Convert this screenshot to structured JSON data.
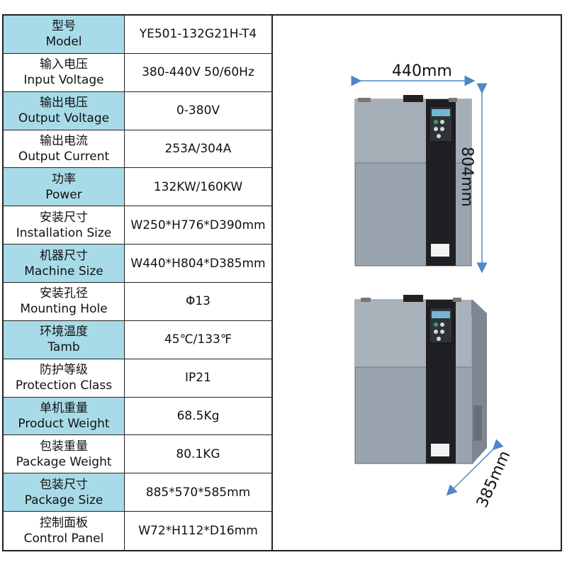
{
  "specs": [
    {
      "zh": "型号",
      "en": "Model",
      "value": "YE501-132G21H-T4"
    },
    {
      "zh": "输入电压",
      "en": "Input Voltage",
      "value": "380-440V 50/60Hz"
    },
    {
      "zh": "输出电压",
      "en": "Output Voltage",
      "value": "0-380V"
    },
    {
      "zh": "输出电流",
      "en": "Output Current",
      "value": "253A/304A"
    },
    {
      "zh": "功率",
      "en": "Power",
      "value": "132KW/160KW"
    },
    {
      "zh": "安装尺寸",
      "en": "Installation Size",
      "value": "W250*H776*D390mm"
    },
    {
      "zh": "机器尺寸",
      "en": "Machine Size",
      "value": "W440*H804*D385mm"
    },
    {
      "zh": "安装孔径",
      "en": "Mounting Hole",
      "value": "Φ13"
    },
    {
      "zh": "环境温度",
      "en": "Tamb",
      "value": "45℃/133℉"
    },
    {
      "zh": "防护等级",
      "en": "Protection Class",
      "value": "IP21"
    },
    {
      "zh": "单机重量",
      "en": "Product Weight",
      "value": "68.5Kg"
    },
    {
      "zh": "包装重量",
      "en": "Package Weight",
      "value": "80.1KG"
    },
    {
      "zh": "包装尺寸",
      "en": "Package Size",
      "value": "885*570*585mm"
    },
    {
      "zh": "控制面板",
      "en": "Control Panel",
      "value": "W72*H112*D16mm"
    }
  ],
  "dimensions": {
    "width": "440mm",
    "height": "804mm",
    "depth": "385mm"
  },
  "colors": {
    "label_blue": "#a8dbe8",
    "dim_line": "#4f86c6"
  }
}
